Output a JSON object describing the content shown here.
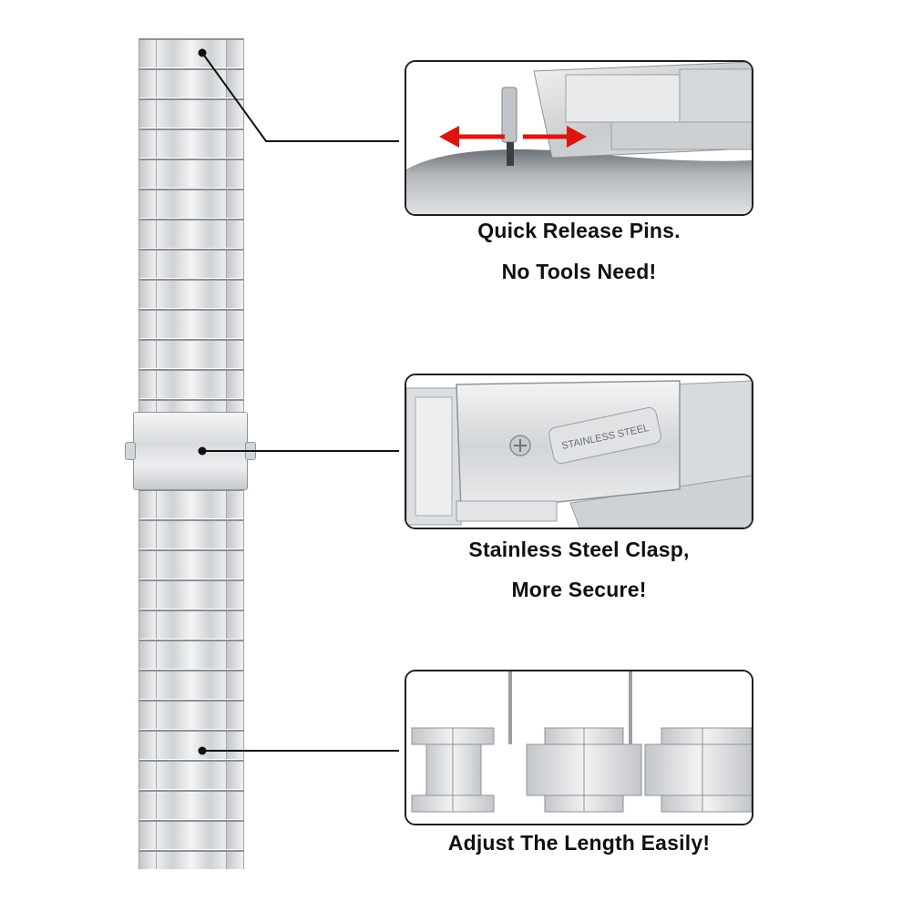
{
  "callouts": [
    {
      "id": "quick-release",
      "caption_lines": [
        "Quick Release Pins.",
        "No Tools Need!"
      ]
    },
    {
      "id": "clasp",
      "caption_lines": [
        "Stainless Steel Clasp,",
        "More Secure!"
      ],
      "engraving": "STAINLESS STEEL"
    },
    {
      "id": "adjust",
      "caption_lines": [
        "Adjust The Length Easily!"
      ]
    }
  ],
  "colors": {
    "steel_light": "#eef0f1",
    "steel_mid": "#cfd2d4",
    "steel_dark": "#8d9195",
    "arrow_red": "#e0140f",
    "outline": "#1f1f1f"
  }
}
